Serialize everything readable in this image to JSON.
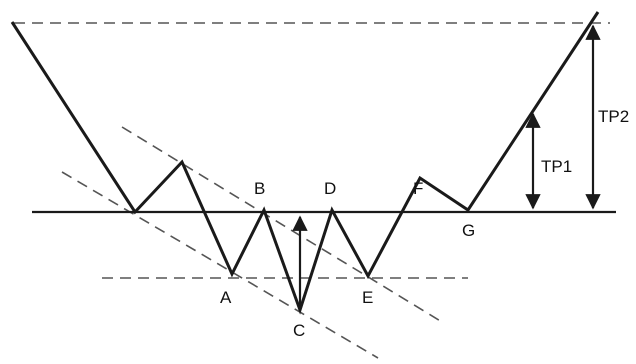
{
  "labels": {
    "a": "A",
    "b": "B",
    "c": "C",
    "d": "D",
    "e": "E",
    "f": "F",
    "g": "G",
    "tp1": "TP1",
    "tp2": "TP2"
  }
}
